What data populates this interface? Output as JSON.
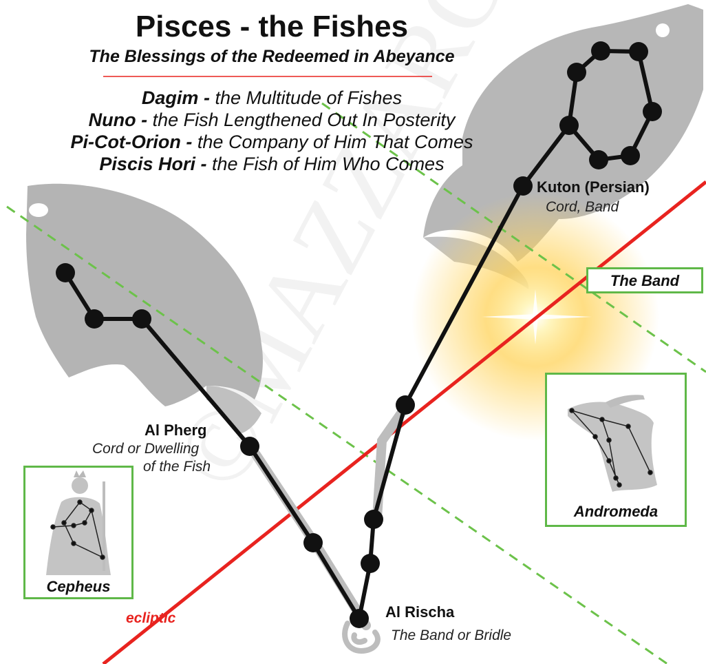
{
  "title": "Pisces - the Fishes",
  "subtitle": "The Blessings of the Redeemed in Abeyance",
  "names": [
    {
      "name": "Dagim - ",
      "meaning": "the Multitude of Fishes"
    },
    {
      "name": "Nuno - ",
      "meaning": "the Fish Lengthened Out In Posterity"
    },
    {
      "name": "Pi-Cot-Orion - ",
      "meaning": "the Company of Him That Comes"
    },
    {
      "name": "Piscis Hori - ",
      "meaning": "the Fish of Him Who Comes"
    }
  ],
  "stars": {
    "kuton": {
      "name": "Kuton (Persian)",
      "meaning": "Cord, Band"
    },
    "al_pherg": {
      "name": "Al Pherg",
      "meaning_line1": "Cord or Dwelling",
      "meaning_line2": "of the Fish"
    },
    "al_rischa": {
      "name": "Al Rischa",
      "meaning": "The Band or Bridle"
    }
  },
  "labels": {
    "the_band": "The Band",
    "ecliptic": "ecliptic"
  },
  "insets": {
    "andromeda": "Andromeda",
    "cepheus": "Cepheus"
  },
  "colors": {
    "ecliptic": "#e8231f",
    "band_line": "#6cc24a",
    "frame": "#5fb848",
    "fish": "#b4b4b4",
    "star": "#111111"
  },
  "watermark": "©MAZZAROTH"
}
